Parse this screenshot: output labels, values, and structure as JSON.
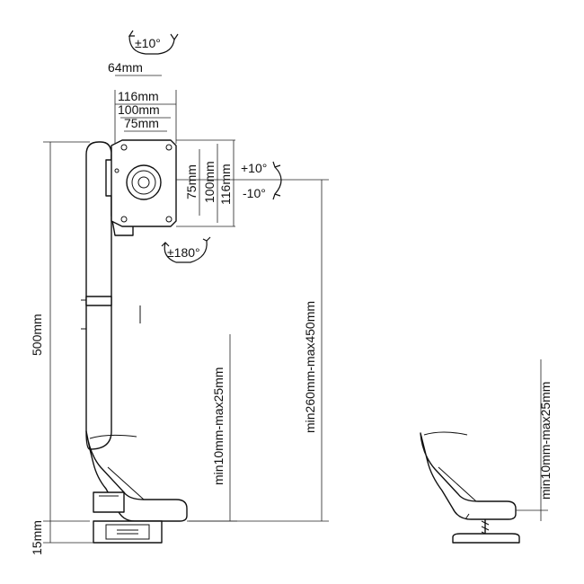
{
  "labels": {
    "tilt_top": "±10°",
    "width_64": "64mm",
    "vesa_116_h": "116mm",
    "vesa_100_h": "100mm",
    "vesa_75_h": "75mm",
    "vesa_75_v": "75mm",
    "vesa_100_v": "100mm",
    "vesa_116_v": "116mm",
    "tilt_plus": "+10°",
    "tilt_minus": "-10°",
    "rotate_180": "±180°",
    "height_500": "500mm",
    "clamp_range_left": "min10mm-max25mm",
    "height_range": "min260mm-max450mm",
    "clamp_range_right": "min10mm-max25mm",
    "base_15": "15mm"
  }
}
